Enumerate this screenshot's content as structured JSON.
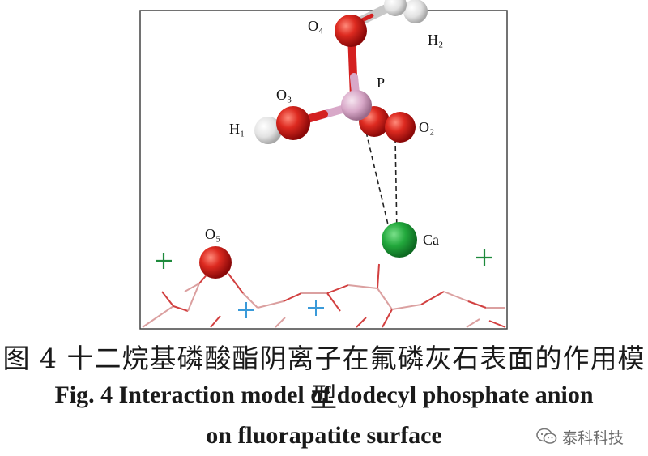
{
  "atoms": {
    "O4": "O₄",
    "H2": "H₂",
    "P": "P",
    "O3": "O₃",
    "H1": "H₁",
    "O2": "O₂",
    "Ca": "Ca",
    "O5": "O₅"
  },
  "caption": {
    "zh": "图 4   十二烷基磷酸酯阴离子在氟磷灰石表面的作用模型",
    "en_line1": "Fig. 4   Interaction model of dodecyl phosphate anion",
    "en_line2": "on fluorapatite surface"
  },
  "watermark": {
    "text": "泰科科技",
    "icon": "wechat-icon"
  },
  "colors": {
    "oxygen": "#d42020",
    "hydrogen": "#e8e8e8",
    "phosphorus": "#d8a8c8",
    "calcium": "#1fa23a",
    "plus_green": "#1e8a3c",
    "plus_blue": "#3a9ad9"
  }
}
